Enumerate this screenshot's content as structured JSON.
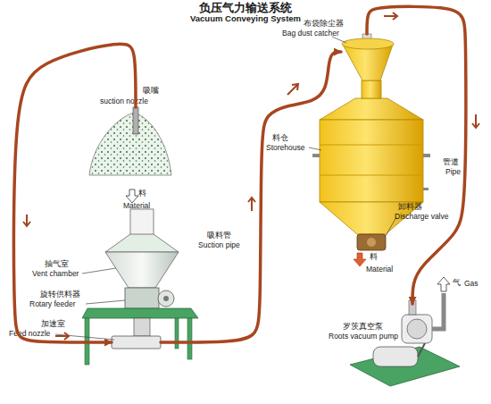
{
  "diagram": {
    "title": "负压气力输送系统",
    "nodes": [
      {
        "text": [
          "吸嘴",
          "suction nozzle"
        ]
      },
      {
        "text": [
          "抽气室",
          "Vent chamber"
        ]
      },
      {
        "text": [
          "旋转供料器",
          "Rotary feeder"
        ]
      },
      {
        "text": [
          "加速室",
          "Feed nozzle"
        ]
      },
      {
        "text": [
          "布袋除尘器",
          "Bag dust catcher"
        ]
      },
      {
        "text": [
          "料仓",
          "Storehouse"
        ]
      },
      {
        "text": [
          "卸料器",
          "Discharge valve"
        ]
      },
      {
        "text": [
          "罗茨真空泵",
          "Roots vacuum pump"
        ]
      }
    ],
    "edges": [
      {
        "from": 0,
        "to": 3,
        "arrow": "to"
      },
      {
        "from": 3,
        "to": 4,
        "arrow": "to"
      },
      {
        "from": 4,
        "to": 7,
        "arrow": "to"
      }
    ],
    "labels": [
      "Vacuum Conveying System",
      "料",
      "Material",
      "吸料管",
      "Suction pipe",
      "管道",
      "Pipe",
      "料",
      "Material",
      "气",
      "Gas"
    ]
  }
}
